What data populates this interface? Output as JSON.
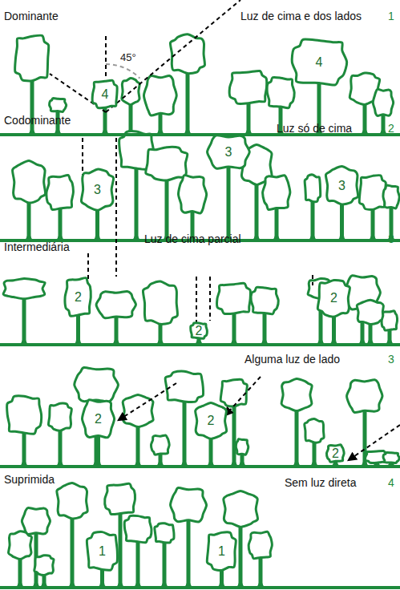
{
  "diagram": {
    "nodes": [
      {
        "text": [
          "4"
        ]
      },
      {
        "text": [
          "4"
        ]
      },
      {
        "text": [
          "3"
        ]
      },
      {
        "text": [
          "3"
        ]
      },
      {
        "text": [
          "3"
        ]
      },
      {
        "text": [
          "2"
        ]
      },
      {
        "text": [
          "2"
        ]
      },
      {
        "text": [
          "2"
        ]
      },
      {
        "text": [
          "2"
        ]
      },
      {
        "text": [
          "2"
        ]
      },
      {
        "text": [
          "2"
        ]
      },
      {
        "text": [
          "1"
        ]
      },
      {
        "text": [
          "1"
        ]
      }
    ],
    "labels": [
      "Dominante",
      "Luz de cima e dos lados",
      "1",
      "45°",
      "Codominante",
      "Luz só de cima",
      "2",
      "Intermediária",
      "Luz de cima parcial",
      "3",
      "Alguma luz de lado",
      "3",
      "Suprimida",
      "Sem luz direta",
      "4"
    ]
  }
}
